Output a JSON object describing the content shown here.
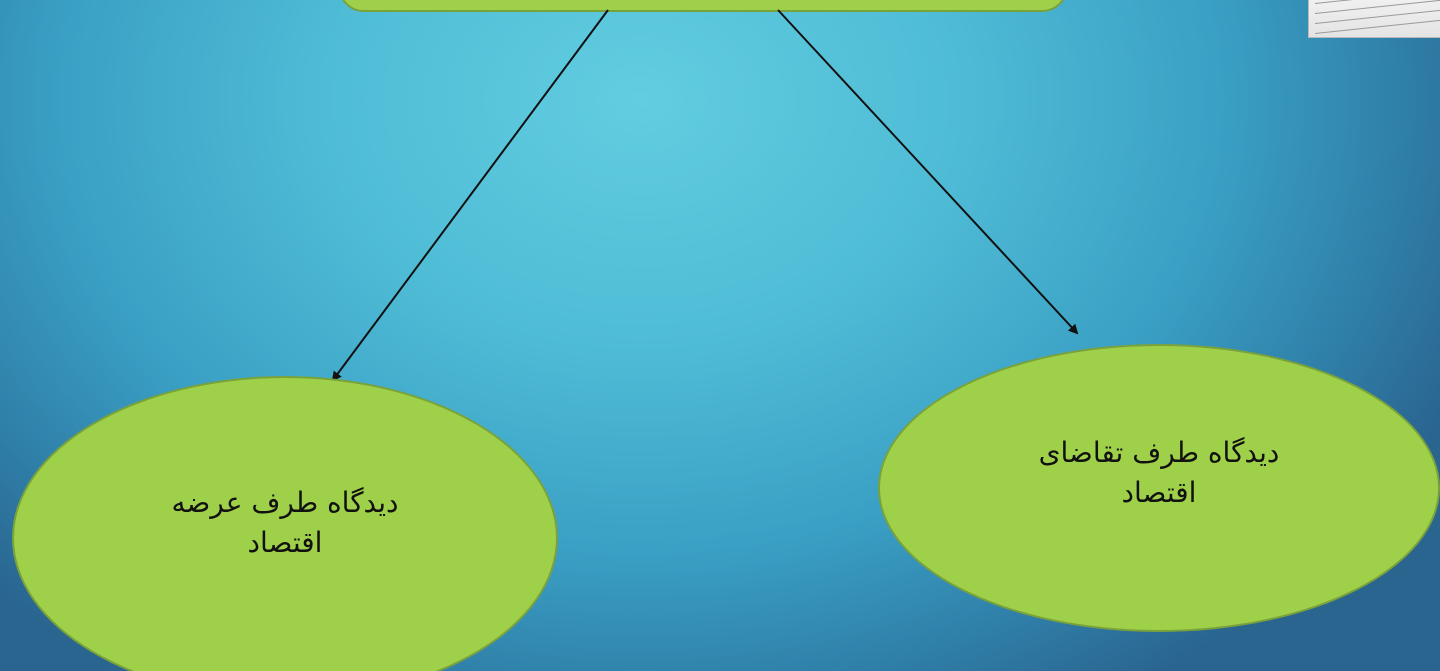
{
  "diagram": {
    "left_node": {
      "line1": "دیدگاه طرف عرضه",
      "line2": "اقتصاد"
    },
    "right_node": {
      "line1": "دیدگاه طرف تقاضای",
      "line2": "اقتصاد"
    }
  },
  "colors": {
    "node_fill": "#9fd04a",
    "node_border": "#7aa23a",
    "background_light": "#62cde0",
    "background_dark": "#2a6590",
    "arrow": "#111111"
  }
}
